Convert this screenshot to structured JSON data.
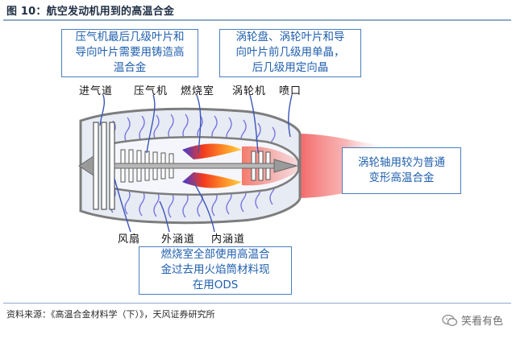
{
  "figure": {
    "title": "图 10：航空发动机用到的高温合金"
  },
  "callouts": {
    "compressor_blades": [
      "压气机最后几级叶片和",
      "导向叶片需要用铸造高",
      "温合金"
    ],
    "turbine": [
      "涡轮盘、涡轮叶片和导",
      "向叶片前几级用单晶，",
      "后几级用定向晶"
    ],
    "turbine_shaft": [
      "涡轮轴用较为普通",
      "变形高温合金"
    ],
    "combustor": [
      "燃烧室全部使用高温合",
      "金过去用火焰筒材料现",
      "在用ODS"
    ]
  },
  "labels": {
    "inlet": "进气道",
    "compressor": "压气机",
    "combustor": "燃烧室",
    "turbine": "涡轮机",
    "nozzle": "喷口",
    "fan": "风扇",
    "outer_duct": "外涵道",
    "inner_duct": "内涵道"
  },
  "source": "资料来源：《高温合金材料学（下）》，天风证券研究所",
  "watermark": "笑看有色",
  "colors": {
    "callout_border": "#4a7fc1",
    "callout_text": "#1f5fae",
    "flame": "#e8321e",
    "casing": "#8a8a8a"
  }
}
